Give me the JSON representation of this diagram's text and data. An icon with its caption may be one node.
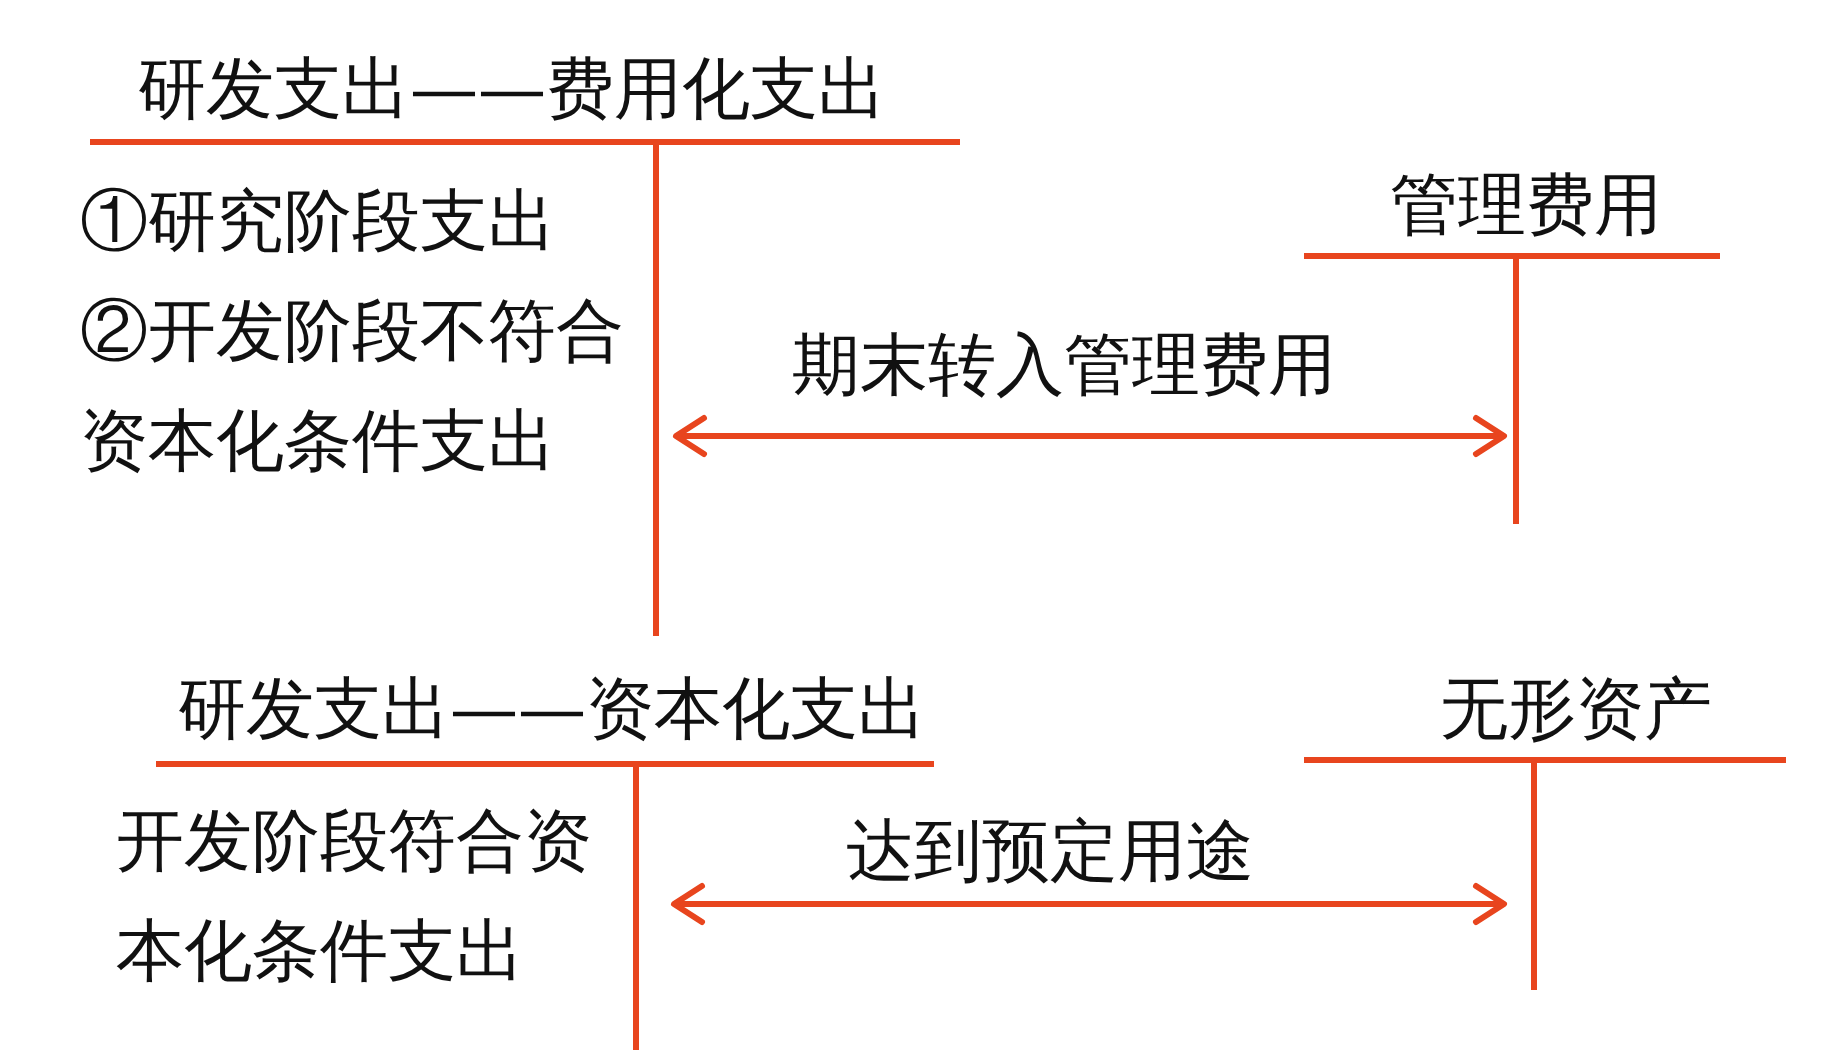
{
  "diagram": {
    "nodes": [
      {
        "text": [
          "研发支出——费用化支出",
          "①研究阶段支出",
          "②开发阶段不符合资本化条件支出"
        ]
      },
      {
        "text": [
          "管理费用"
        ]
      },
      {
        "text": [
          "研发支出——资本化支出",
          "开发阶段符合资本化条件支出"
        ]
      },
      {
        "text": [
          "无形资产"
        ]
      }
    ],
    "edges": [
      {
        "from": 0,
        "to": 1,
        "arrow": "both",
        "label": "期末转入管理费用"
      },
      {
        "from": 2,
        "to": 3,
        "arrow": "both",
        "label": "达到预定用途"
      }
    ]
  }
}
